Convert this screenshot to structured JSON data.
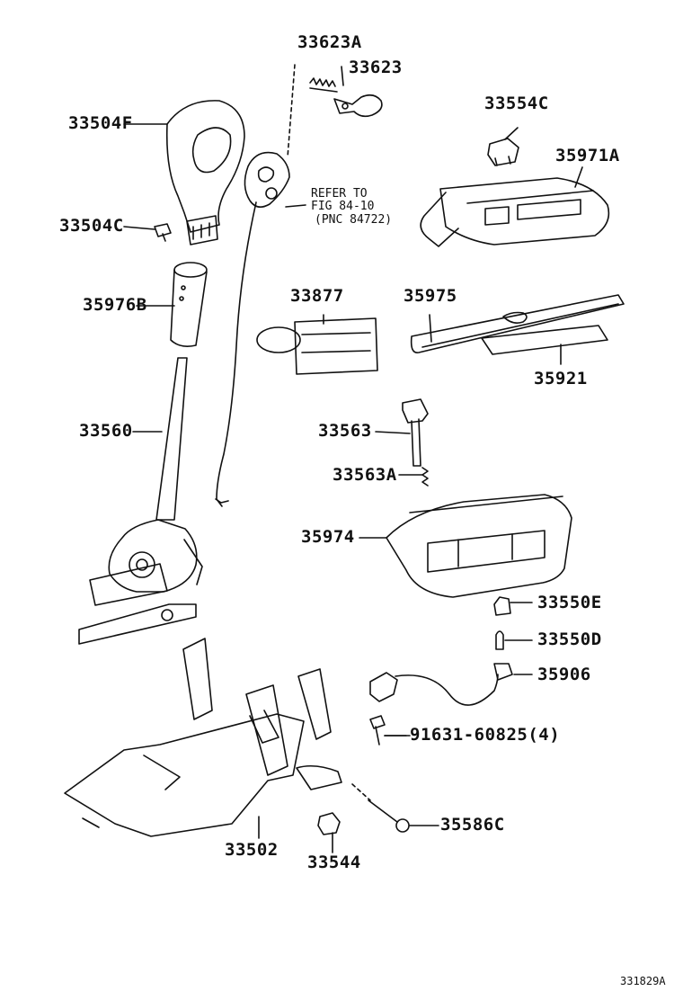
{
  "diagram": {
    "parts": {
      "p33623A": "33623A",
      "p33623": "33623",
      "p33504F": "33504F",
      "p33504C": "33504C",
      "p35976B": "35976B",
      "p33560": "33560",
      "p33554C": "33554C",
      "p35971A": "35971A",
      "p33877": "33877",
      "p35975": "35975",
      "p35921": "35921",
      "p33563": "33563",
      "p33563A": "33563A",
      "p35974": "35974",
      "p33550E": "33550E",
      "p33550D": "33550D",
      "p35906": "35906",
      "p91631": "91631-60825(4)",
      "p35586C": "35586C",
      "p33502": "33502",
      "p33544": "33544"
    },
    "refer": {
      "line1": "REFER TO",
      "line2": "FIG 84-10",
      "line3": "(PNC 84722)"
    },
    "figure_id": "331829A"
  }
}
